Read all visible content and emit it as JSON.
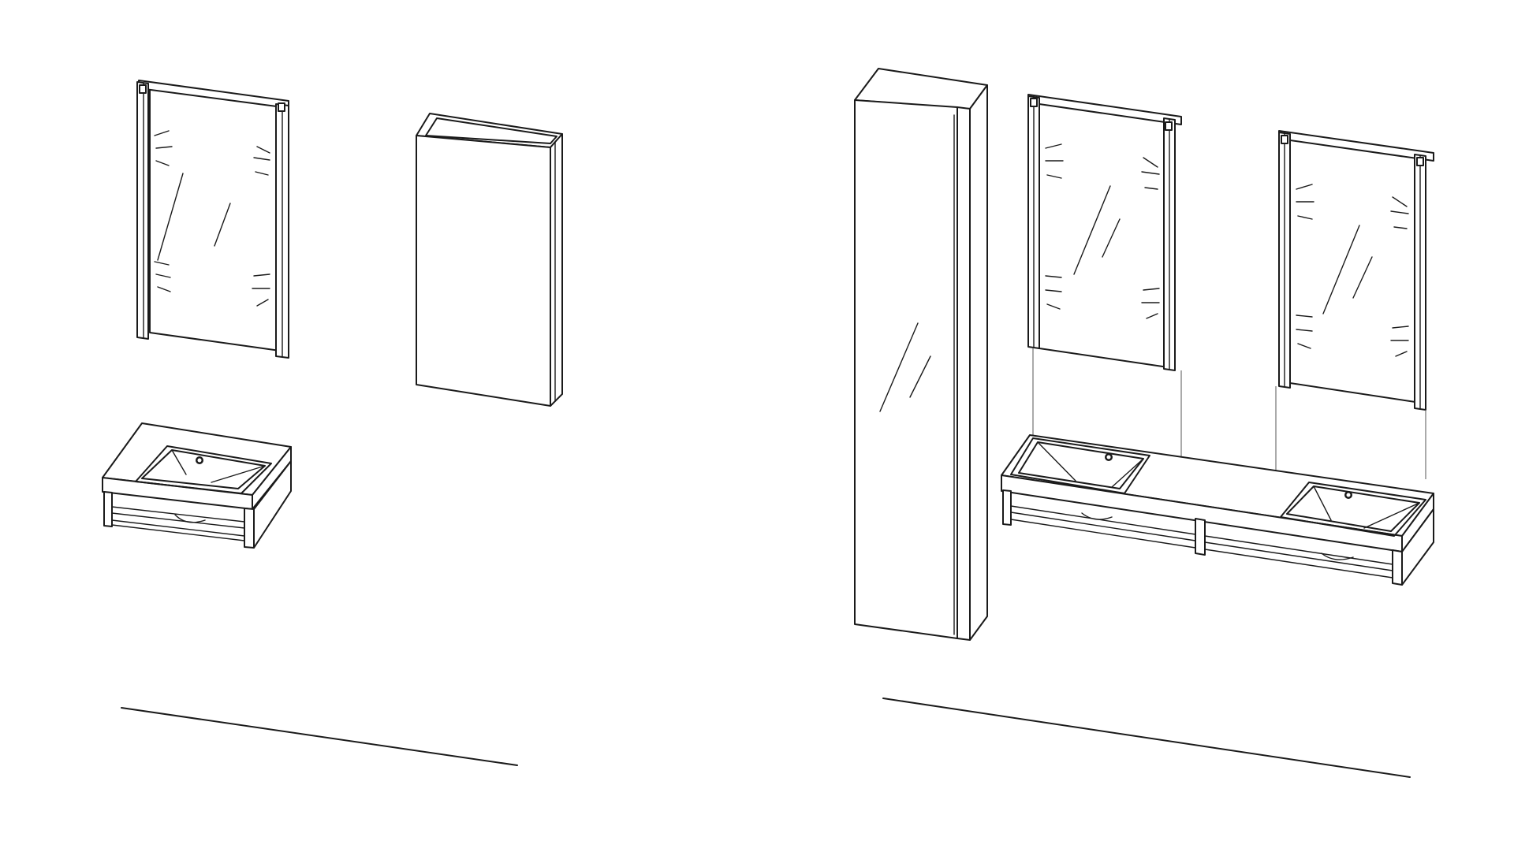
{
  "drawing": {
    "line_color": "#1a1a1a",
    "background": "#ffffff",
    "left_group": [
      "mirror-cabinet-small",
      "wall-cabinet",
      "washbasin-single"
    ],
    "right_group": [
      "tall-cabinet",
      "mirror-cabinet-left",
      "mirror-cabinet-right",
      "washbasin-double"
    ]
  }
}
